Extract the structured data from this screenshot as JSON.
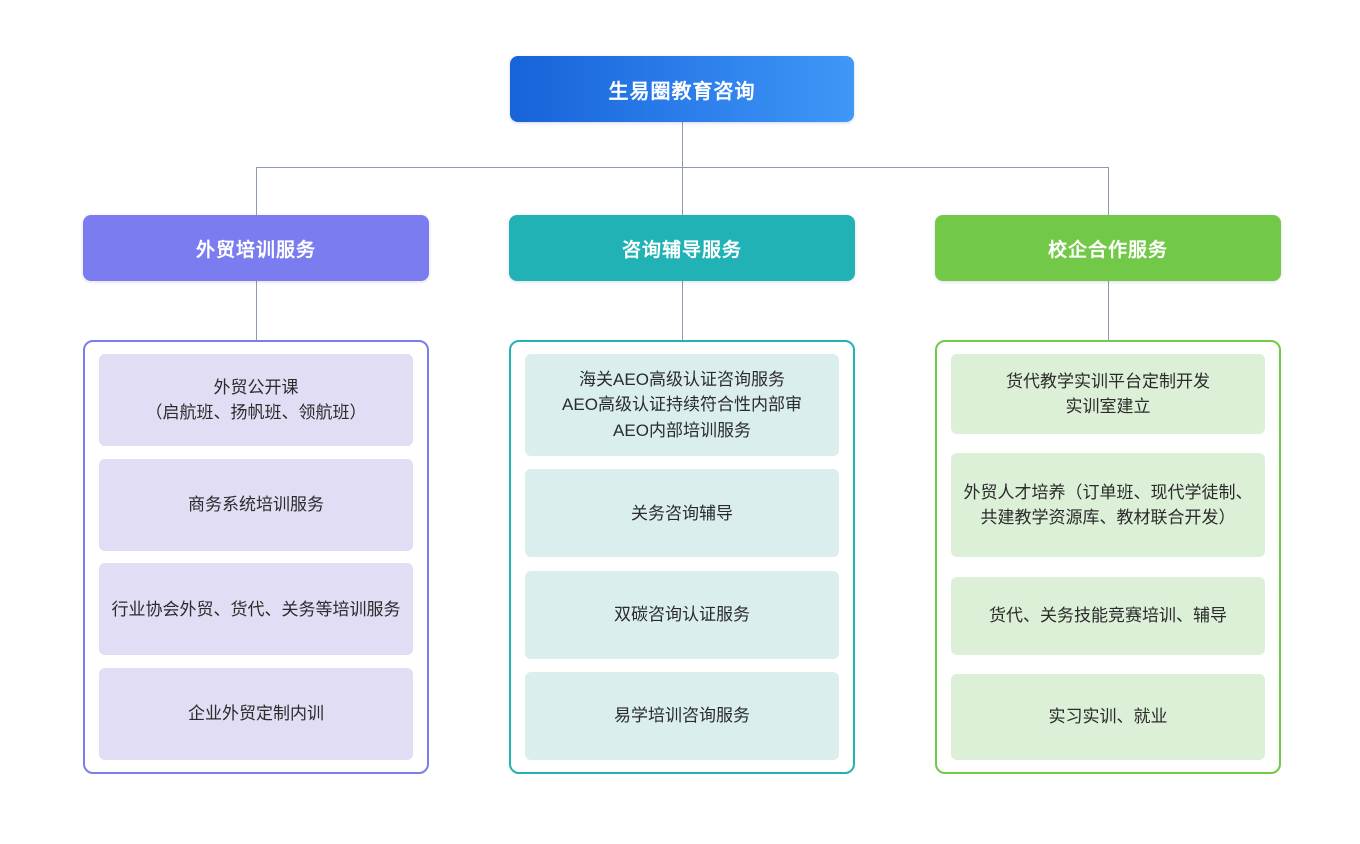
{
  "diagram": {
    "type": "organization-chart",
    "background": "#ffffff",
    "connector_color": "#8f9bb3",
    "root": {
      "label": "生易圈教育咨询",
      "gradient_from": "#1763d8",
      "gradient_to": "#3f97f6",
      "text_color": "#ffffff"
    },
    "branches": [
      {
        "id": "foreign-trade-training",
        "label": "外贸培训服务",
        "header_color": "#7b7cf0",
        "border_color": "#7b7cf0",
        "card_color": "#e1ddf5",
        "items": [
          "外贸公开课\n（启航班、扬帆班、领航班）",
          "商务系统培训服务",
          "行业协会外贸、货代、关务等培训服务",
          "企业外贸定制内训"
        ]
      },
      {
        "id": "consulting-tutoring",
        "label": "咨询辅导服务",
        "header_color": "#21b2b6",
        "border_color": "#21b2b6",
        "card_color": "#daeeee",
        "items": [
          "海关AEO高级认证咨询服务\nAEO高级认证持续符合性内部审\nAEO内部培训服务",
          "关务咨询辅导",
          "双碳咨询认证服务",
          "易学培训咨询服务"
        ]
      },
      {
        "id": "school-enterprise-cooperation",
        "label": "校企合作服务",
        "header_color": "#72c948",
        "border_color": "#72c948",
        "card_color": "#dcefd7",
        "items": [
          "货代教学实训平台定制开发\n实训室建立",
          "外贸人才培养（订单班、现代学徒制、共建教学资源库、教材联合开发）",
          "货代、关务技能竞赛培训、辅导",
          "实习实训、就业"
        ]
      }
    ]
  }
}
